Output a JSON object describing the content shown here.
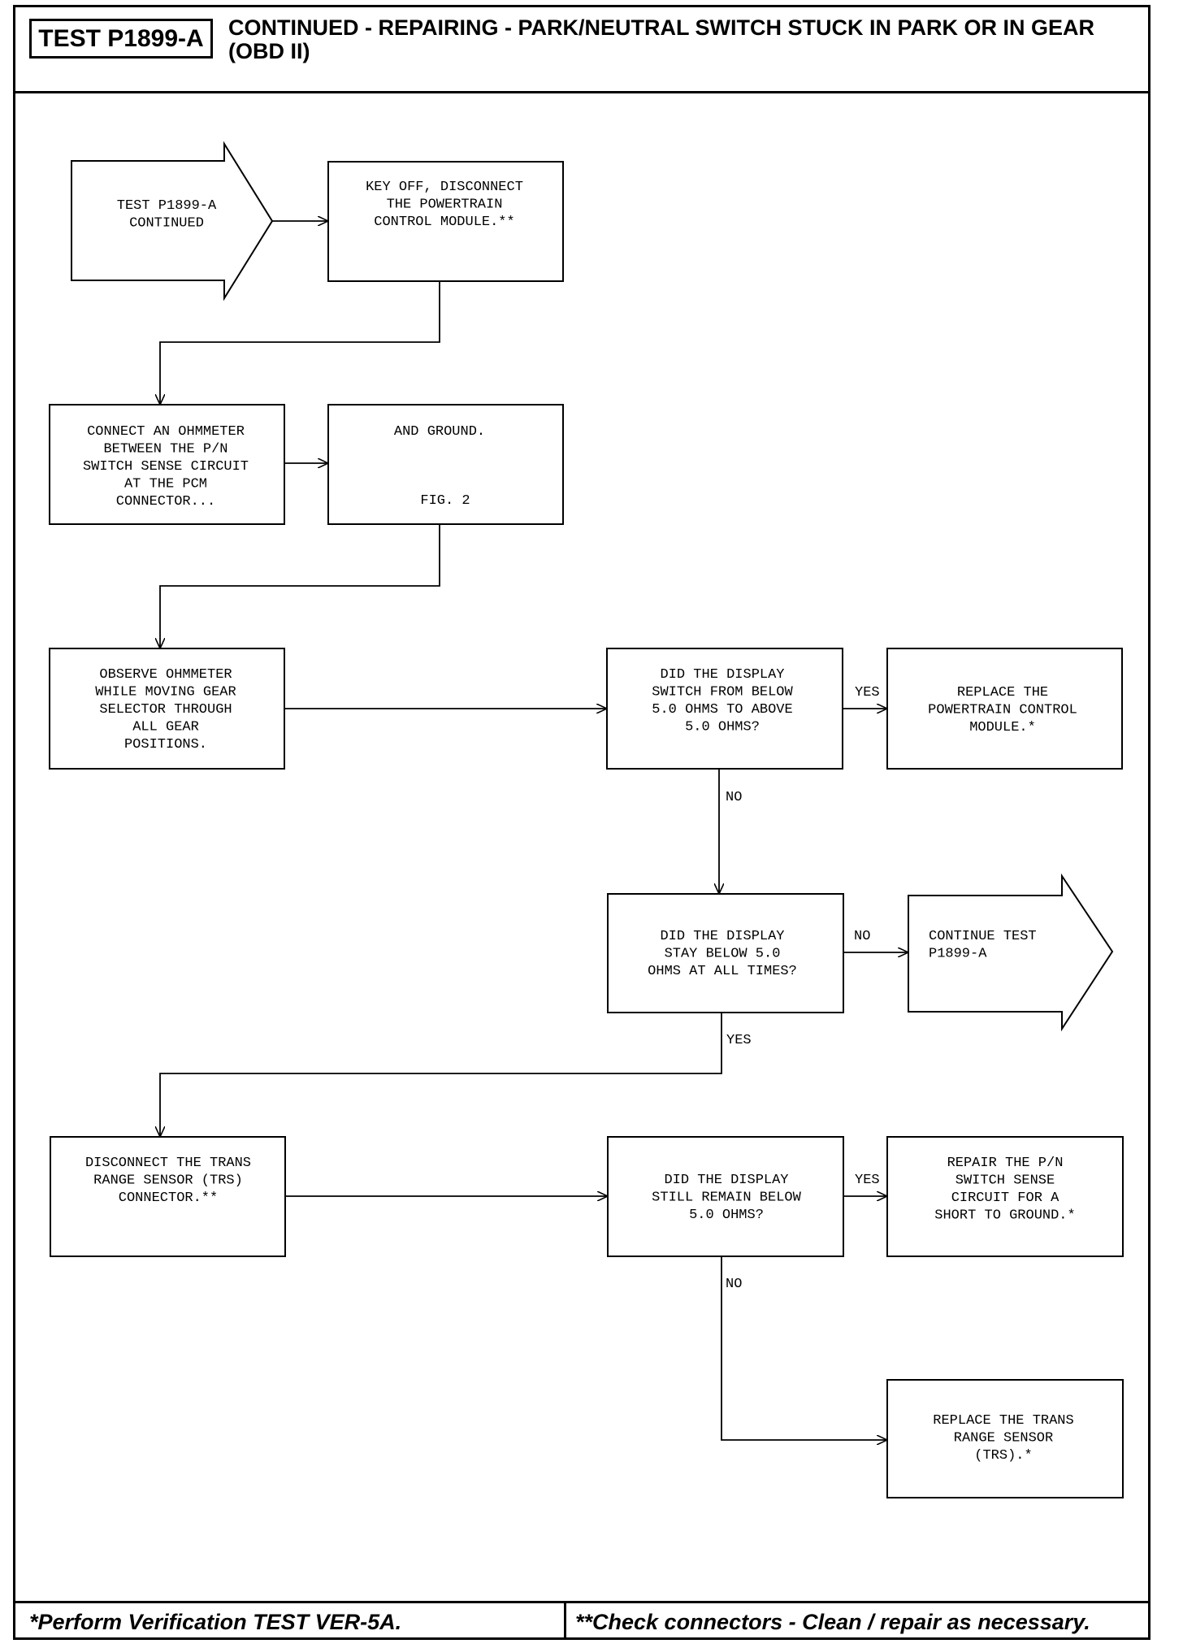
{
  "header": {
    "test_id": "TEST P1899-A",
    "title": "CONTINUED - REPAIRING - PARK/NEUTRAL SWITCH STUCK IN PARK OR IN GEAR\n(OBD II)"
  },
  "steps": {
    "start": [
      "TEST P1899-A",
      "CONTINUED"
    ],
    "key_off": [
      "KEY OFF, DISCONNECT",
      "THE POWERTRAIN",
      "CONTROL MODULE.**"
    ],
    "connect": [
      "CONNECT AN OHMMETER",
      "BETWEEN THE P/N",
      "SWITCH SENSE CIRCUIT",
      "AT THE PCM",
      "CONNECTOR..."
    ],
    "ground": [
      "AND GROUND."
    ],
    "fig": "FIG. 2",
    "observe": [
      "OBSERVE OHMMETER",
      "WHILE MOVING GEAR",
      "SELECTOR THROUGH",
      "ALL GEAR",
      "POSITIONS."
    ],
    "q1": [
      "DID THE DISPLAY",
      "SWITCH FROM BELOW",
      "5.0 OHMS TO ABOVE",
      "5.0 OHMS?"
    ],
    "replace_pcm": [
      "REPLACE THE",
      "POWERTRAIN CONTROL",
      "MODULE.*"
    ],
    "q2": [
      "DID THE DISPLAY",
      "STAY BELOW 5.0",
      "OHMS AT ALL TIMES?"
    ],
    "continue": [
      "CONTINUE TEST",
      "P1899-A"
    ],
    "disconnect_trs": [
      "DISCONNECT THE TRANS",
      "RANGE SENSOR (TRS)",
      "CONNECTOR.**"
    ],
    "q3": [
      "DID THE DISPLAY",
      "STILL REMAIN BELOW",
      "5.0 OHMS?"
    ],
    "repair_circuit": [
      "REPAIR THE P/N",
      "SWITCH SENSE",
      "CIRCUIT FOR A",
      "SHORT TO GROUND.*"
    ],
    "replace_trs": [
      "REPLACE THE TRANS",
      "RANGE SENSOR",
      "(TRS).*"
    ]
  },
  "labels": {
    "q1_yes": "YES",
    "q1_no": "NO",
    "q2_no": "NO",
    "q2_yes": "YES",
    "q3_yes": "YES",
    "q3_no": "NO"
  },
  "footer": {
    "left": "*Perform Verification TEST VER-5A.",
    "right": "**Check connectors - Clean / repair as necessary."
  }
}
